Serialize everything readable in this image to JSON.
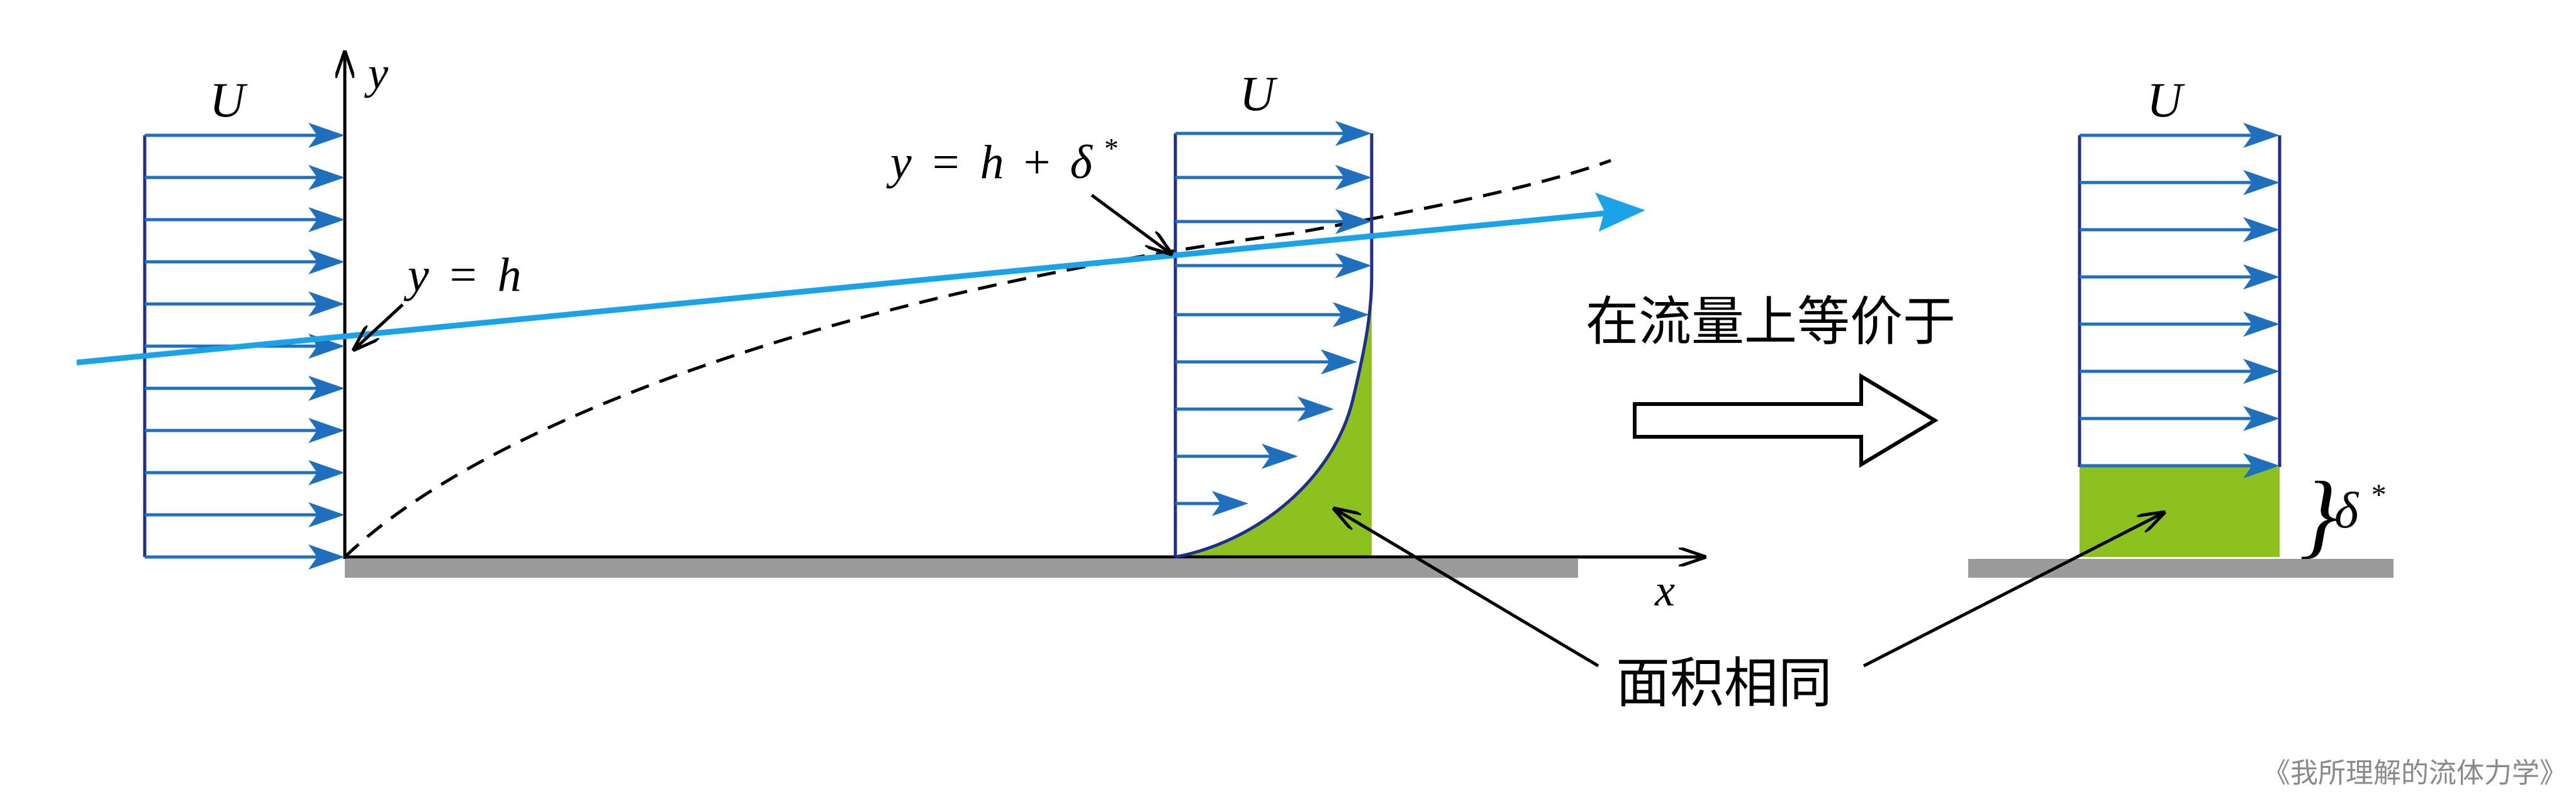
{
  "labels": {
    "u_left": "U",
    "u_mid": "U",
    "u_right": "U",
    "y_axis": "y",
    "x_axis": "x",
    "y_eq_h_lhs": "y",
    "y_eq_h_eq": "=",
    "y_eq_h_rhs": "h",
    "y_eq_hd_lhs": "y",
    "y_eq_hd_eq": "=",
    "y_eq_hd_h": "h",
    "y_eq_hd_plus": "+",
    "y_eq_hd_delta": "δ",
    "y_eq_hd_star": "*",
    "equivalent": "在流量上等价于",
    "same_area": "面积相同",
    "delta_right": "δ",
    "delta_right_star": "*",
    "brace": "}",
    "watermark": "《我所理解的流体力学》"
  },
  "colors": {
    "profile_arrow": "#1f6fbf",
    "profile_outline": "#1f2e8a",
    "streamline": "#1aa3e8",
    "green_fill": "#8dc11f",
    "wall": "#9a9a9a",
    "axis": "#000000"
  }
}
